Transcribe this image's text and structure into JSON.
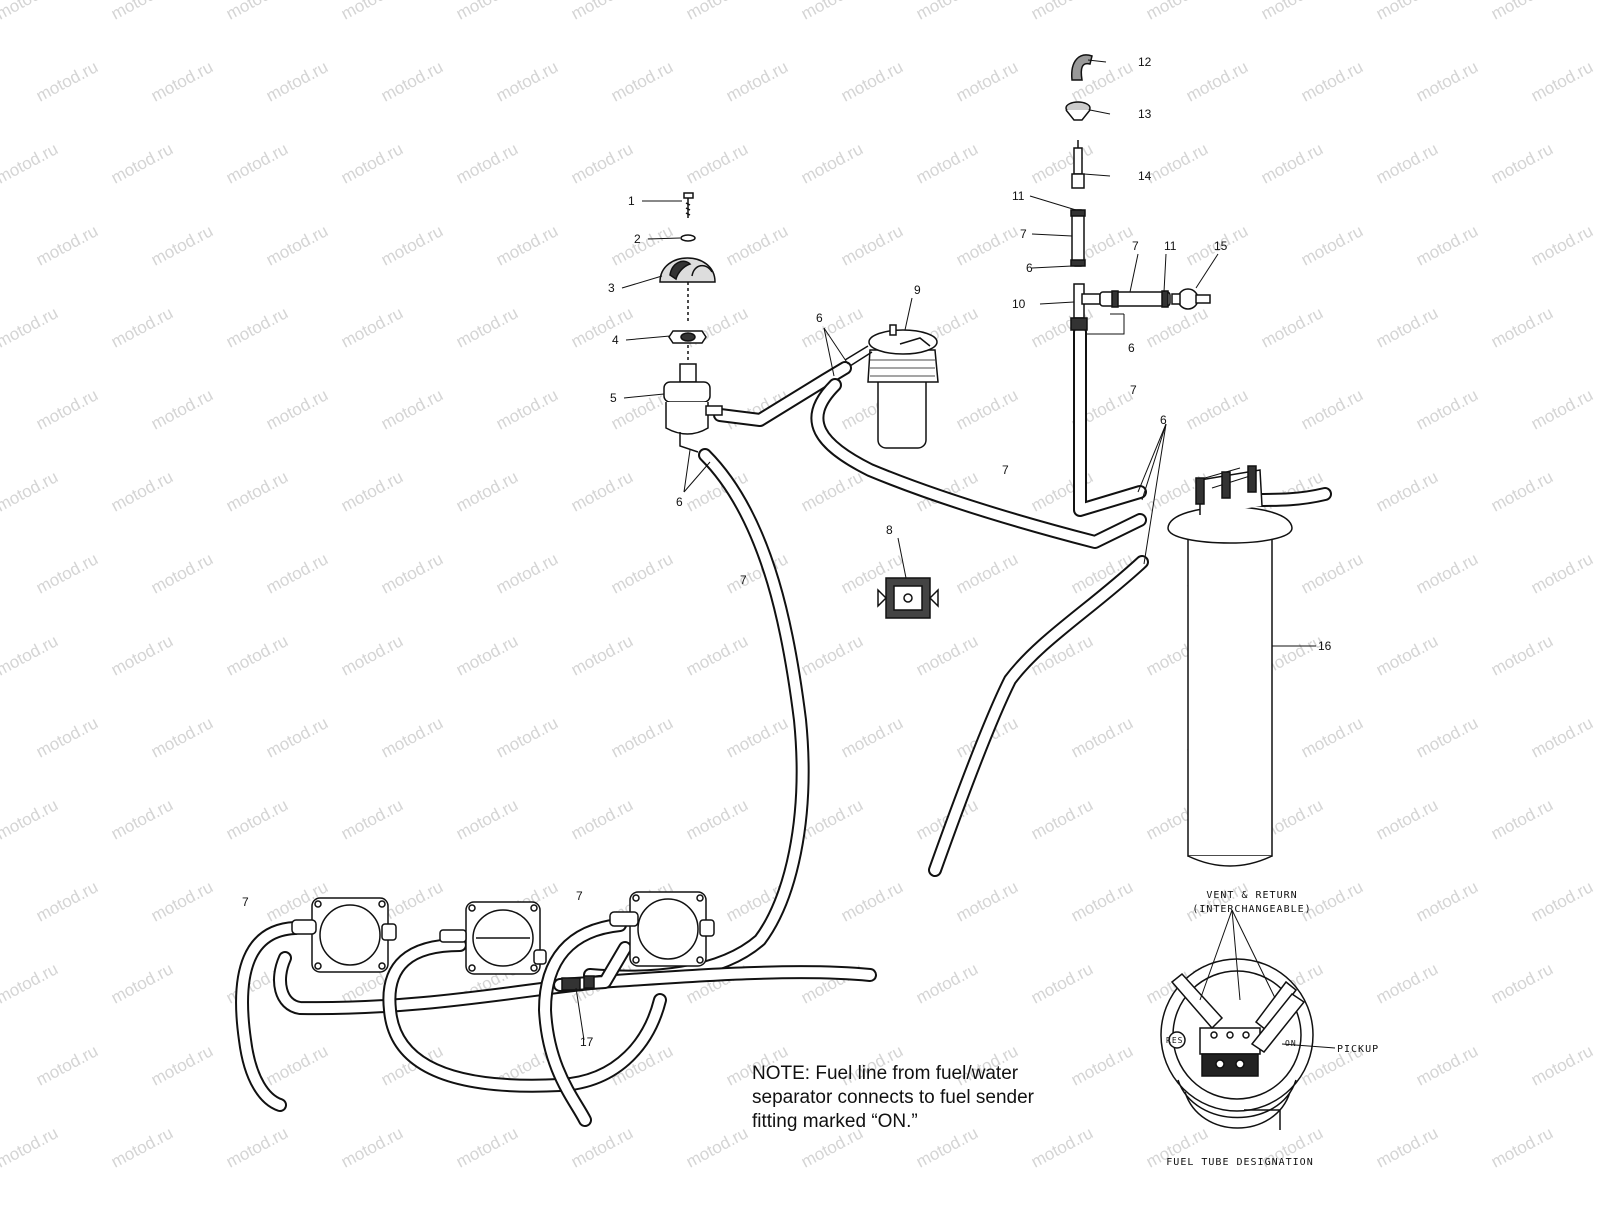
{
  "watermark": "motod.ru",
  "callouts": {
    "c1": "1",
    "c2": "2",
    "c3": "3",
    "c4": "4",
    "c5": "5",
    "c6a": "6",
    "c6b": "6",
    "c6c": "6",
    "c6d": "6",
    "c6e": "6",
    "c7a": "7",
    "c7b": "7",
    "c7c": "7",
    "c7d": "7",
    "c7e": "7",
    "c7f": "7",
    "c7g": "7",
    "c8": "8",
    "c9": "9",
    "c10": "10",
    "c11a": "11",
    "c11b": "11",
    "c12": "12",
    "c13": "13",
    "c14": "14",
    "c15": "15",
    "c16": "16",
    "c17": "17"
  },
  "sender_detail": {
    "vent_return_line1": "VENT & RETURN",
    "vent_return_line2": "(INTERCHANGEABLE)",
    "pickup": "PICKUP",
    "res_mark": "RES",
    "on_mark": "ON",
    "caption": "FUEL TUBE DESIGNATION"
  },
  "note": {
    "line1": "NOTE:  Fuel line from fuel/water",
    "line2": "separator connects to fuel sender",
    "line3": "fitting marked “ON.”"
  }
}
